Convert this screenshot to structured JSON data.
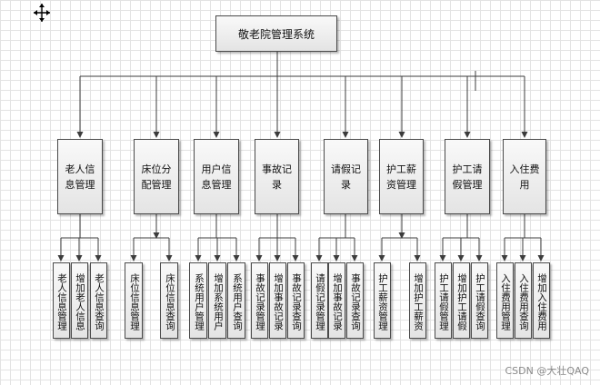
{
  "root": {
    "label": "敬老院管理系统"
  },
  "modules": [
    {
      "label": "老人信息管理",
      "children": [
        "老人信息管理",
        "增加老人信息",
        "老人信息查询"
      ]
    },
    {
      "label": "床位分配管理",
      "children": [
        "床位信息管理",
        "床位信息查询"
      ]
    },
    {
      "label": "用户信息管理",
      "children": [
        "系统用户管理",
        "增加系统用户",
        "系统用户查询"
      ]
    },
    {
      "label": "事故记录",
      "children": [
        "事故记录管理",
        "增加事故记录",
        "事故记录查询"
      ]
    },
    {
      "label": "请假记录",
      "children": [
        "请假记录管理",
        "增加事故记录",
        "事故记录查询"
      ]
    },
    {
      "label": "护工薪资管理",
      "children": [
        "护工薪资管理",
        "增加护工薪资"
      ]
    },
    {
      "label": "护工请假管理",
      "children": [
        "护工请假管理",
        "增加护工请假",
        "护工请假查询"
      ]
    },
    {
      "label": "入住费用",
      "children": [
        "入住费用管理",
        "入住费用查询",
        "增加入住费用"
      ]
    }
  ],
  "watermark": "CSDN @大壮QAQ",
  "colors": {
    "line": "#3c3c3c",
    "border": "#4a4a4a",
    "grid": "#e3e3e3"
  }
}
